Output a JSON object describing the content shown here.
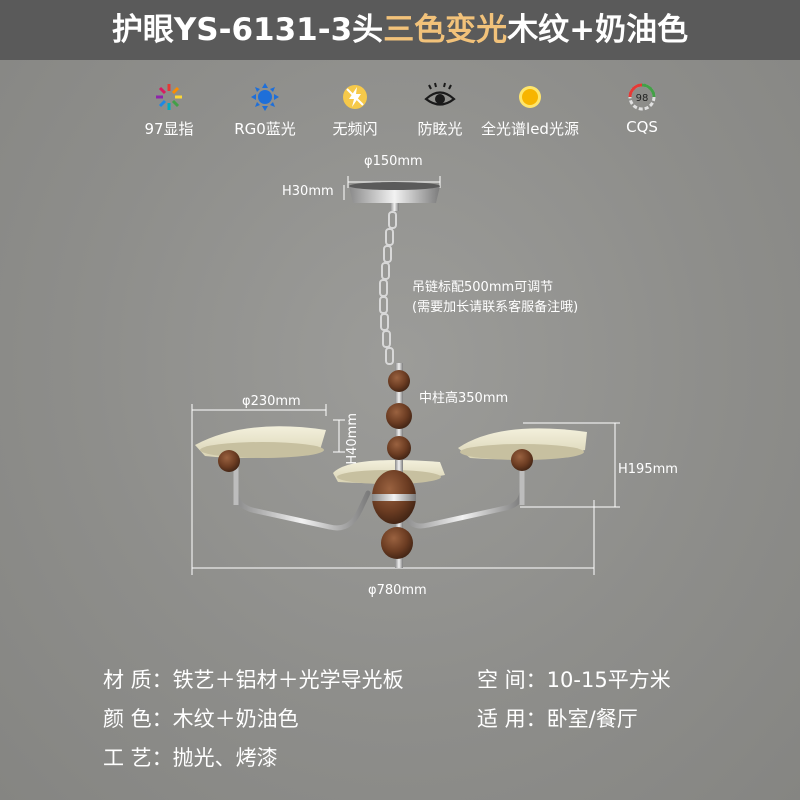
{
  "header": {
    "title_prefix": "护眼YS-6131-3头",
    "title_highlight": "三色变光",
    "title_suffix": "木纹+奶油色"
  },
  "features": [
    {
      "label": "97显指",
      "icon": "color-ring-icon"
    },
    {
      "label": "RG0蓝光",
      "icon": "blue-sun-icon"
    },
    {
      "label": "无频闪",
      "icon": "no-flicker-icon"
    },
    {
      "label": "防眩光",
      "icon": "eye-icon"
    },
    {
      "label": "全光谱led光源",
      "icon": "sun-icon"
    },
    {
      "label": "CQS",
      "icon": "cqs-badge-icon",
      "badge": "98"
    }
  ],
  "dimensions": {
    "canopy_diameter": "φ150mm",
    "canopy_height": "H30mm",
    "chain_note_1": "吊链标配500mm可调节",
    "chain_note_2": "(需要加长请联系客服备注哦)",
    "shade_diameter": "φ230mm",
    "shade_height": "H40mm",
    "column_height": "中柱高350mm",
    "arm_height": "H195mm",
    "total_diameter": "φ780mm"
  },
  "specs": {
    "material": "材 质：铁艺＋铝材＋光学导光板",
    "space": "空 间：10-15平方米",
    "color": "颜 色：木纹＋奶油色",
    "use": "适 用：卧室/餐厅",
    "craft": "工 艺：抛光、烤漆"
  },
  "colors": {
    "header_bg": "#5a5a5a",
    "highlight": "#f2c27a",
    "wood": "#6b3c22",
    "cream": "#e8e4cf",
    "chrome": "#c7c7c7"
  }
}
